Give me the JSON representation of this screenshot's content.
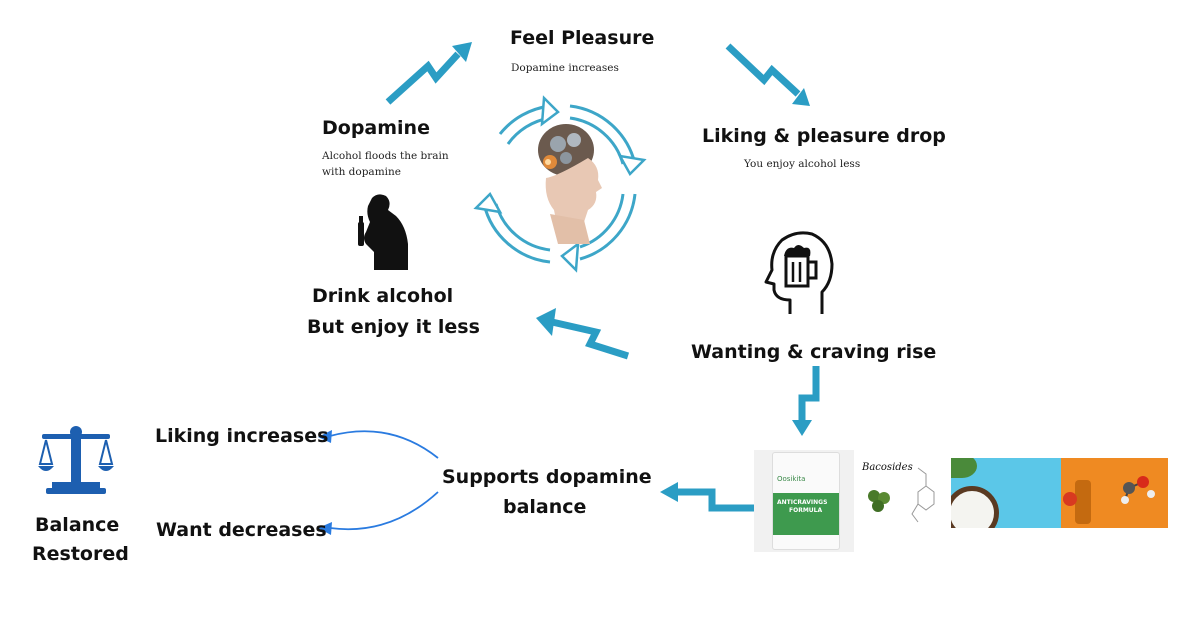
{
  "cycle": {
    "feel_pleasure": {
      "title": "Feel Pleasure",
      "desc": "Dopamine increases"
    },
    "dopamine": {
      "title": "Dopamine",
      "desc_line1": "Alcohol floods the brain",
      "desc_line2": "with dopamine"
    },
    "liking_drop": {
      "title": "Liking & pleasure drop",
      "desc": "You enjoy alcohol less"
    },
    "drink": {
      "line1": "Drink alcohol",
      "line2": "But enjoy it less"
    },
    "wanting": {
      "title": "Wanting & craving rise"
    }
  },
  "outcome": {
    "supports_line1": "Supports dopamine",
    "supports_line2": "balance",
    "liking_increases": "Liking increases",
    "want_decreases": "Want decreases",
    "balance_line1": "Balance",
    "balance_line2": "Restored"
  },
  "product": {
    "brand": "Oosikita",
    "name_line1": "ANTICRAVINGS",
    "name_line2": "FORMULA",
    "ingredient_label": "Bacosides"
  },
  "colors": {
    "arrow": "#2b9dc4",
    "curve": "#2a7be0",
    "scale": "#1d5fb0",
    "ring": "#3da6c8"
  }
}
